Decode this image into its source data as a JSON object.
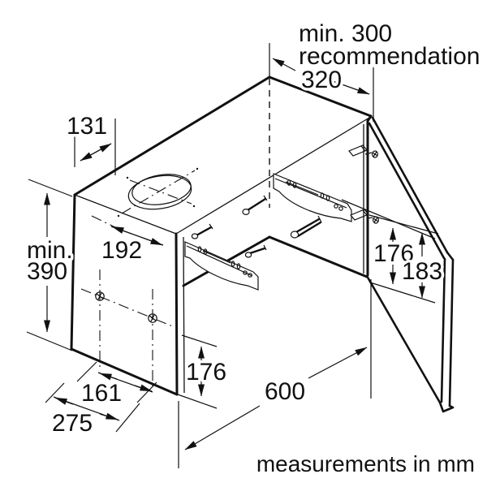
{
  "diagram": {
    "type": "technical-installation-drawing",
    "unit_note": "measurements in mm",
    "dimensions": {
      "top_clearance_line1": "min. 300",
      "top_clearance_line2": "recommendation",
      "top_clearance_line3": "320",
      "top_edge_offset": "131",
      "min_side_height_label": "min.",
      "min_side_height_value": "390",
      "hole_to_front": "192",
      "door_upper": "176",
      "door_lower": "183",
      "front_lower_edge": "176",
      "fixing_hole_spacing": "161",
      "side_panel_depth": "275",
      "cabinet_width": "600"
    },
    "colors": {
      "line": "#111111",
      "background": "#ffffff"
    }
  }
}
